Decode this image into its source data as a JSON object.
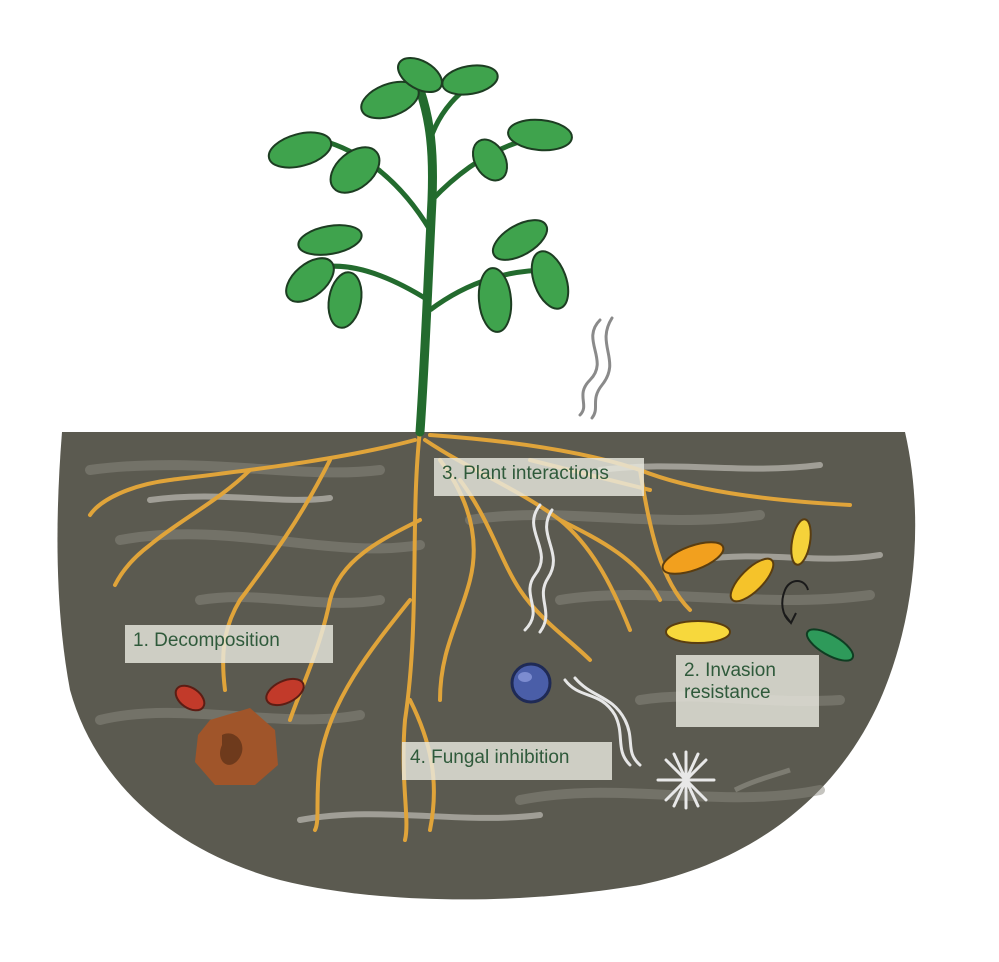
{
  "labels": {
    "decomposition": "1. Decomposition",
    "invasion_line1": "2. Invasion",
    "invasion_line2": "resistance",
    "plant_interactions": "3. Plant interactions",
    "fungal_inhibition": "4. Fungal inhibition"
  },
  "colors": {
    "soil": "#5b5a50",
    "roots": "#e0a43a",
    "stem": "#2e7d3a",
    "leaf": "#3fa34d",
    "label_text": "#2f5a3b"
  },
  "icons": [
    "plant-icon",
    "root-system-icon",
    "red-bacteria-icon",
    "organic-matter-icon",
    "blue-spore-icon",
    "yellow-bacteria-icon",
    "green-bacteria-icon",
    "fungus-icon",
    "volatile-wisp-icon"
  ]
}
